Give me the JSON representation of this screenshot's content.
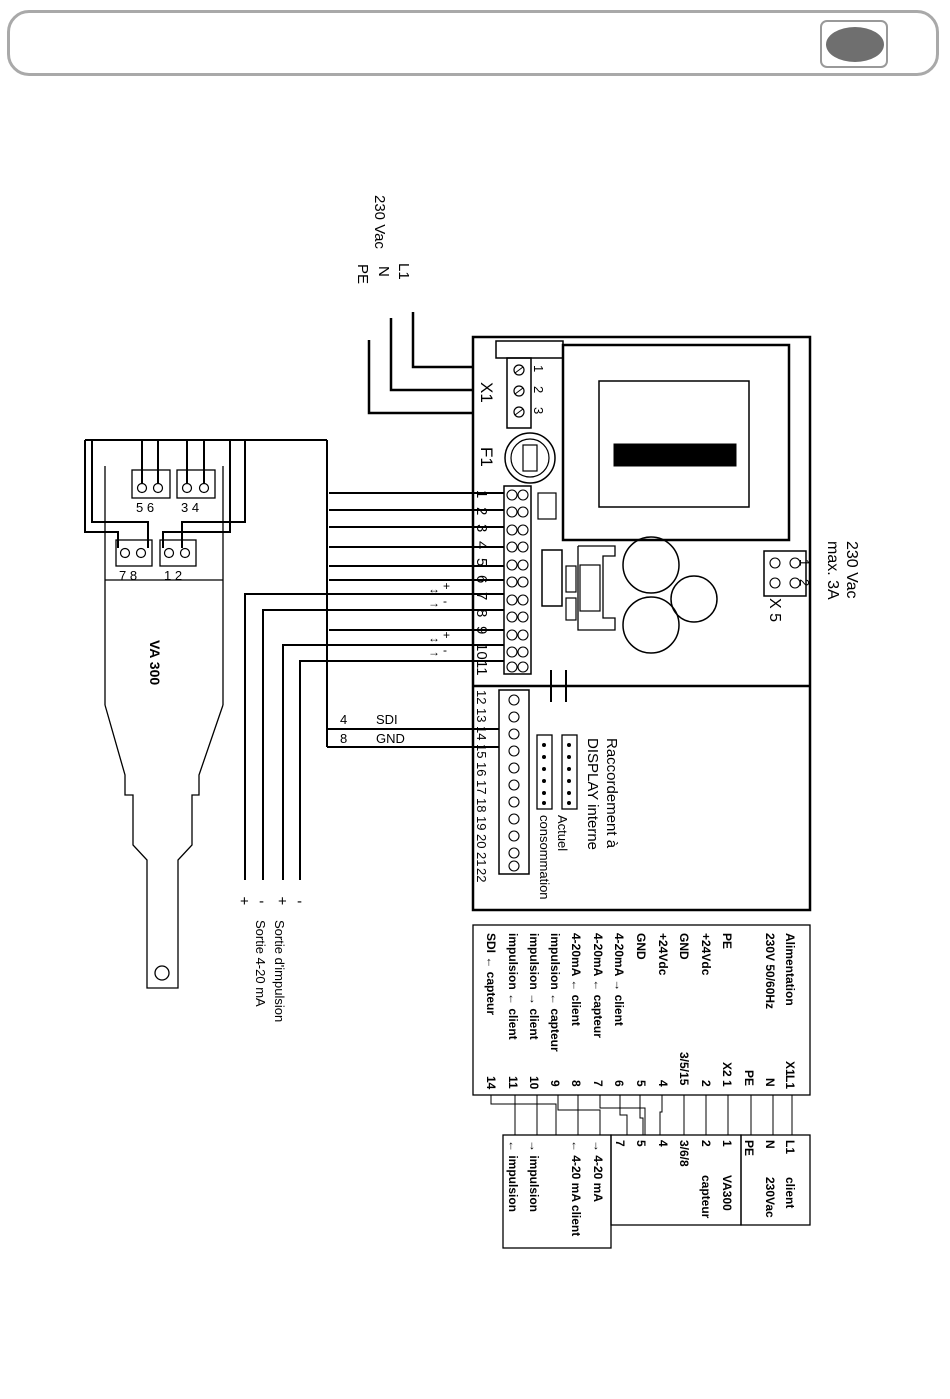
{
  "supply": {
    "voltage": "230 Vac",
    "l1": "L1",
    "n": "N",
    "pe": "PE"
  },
  "unit": {
    "x1": "X1",
    "x1_pins": [
      "1",
      "2",
      "3"
    ],
    "f1": "F1",
    "terminals_top": [
      "1",
      "2",
      "3",
      "4",
      "5",
      "6",
      "7",
      "8",
      "9",
      "10",
      "11"
    ],
    "terminals_bottom": [
      "12",
      "13",
      "14",
      "15",
      "16",
      "17",
      "18",
      "19",
      "20",
      "21",
      "22"
    ],
    "x5": "X 5",
    "x5_pins": [
      "1",
      "2"
    ],
    "x5_rating": [
      "230 Vac",
      "max. 3A"
    ],
    "display_conn": [
      "Raccordement à",
      "DISPLAY interne"
    ],
    "actuel": [
      "Actuel",
      "consommation"
    ],
    "signs": {
      "t7_arrow": "↔",
      "t7_sign": "+",
      "t8_arrow": "→",
      "t8_sign": "-",
      "t10_arrow": "↔",
      "t10_sign": "+",
      "t11_arrow": "→",
      "t11_sign": "-"
    }
  },
  "sensor": {
    "name": "VA 300",
    "pins_a": "5 6",
    "pins_b": "3 4",
    "pins_c": "7 8",
    "pins_d": "1 2"
  },
  "bus": {
    "sdi_num": "4",
    "sdi": "SDI",
    "gnd_num": "8",
    "gnd": "GND"
  },
  "outputs": {
    "signs": [
      "+",
      "-",
      "+",
      "-"
    ],
    "pulse": "Sortie d'impulsion",
    "analog": "Sortie 4-20 mA"
  },
  "table": {
    "functions": [
      "Alimentation",
      "230V 50/60Hz",
      "",
      "PE",
      "+24Vdc",
      "GND",
      "+24Vdc",
      "GND",
      "4-20mA → client",
      "4-20mA ← capteur",
      "4-20mA ← client",
      "impulsion ← capteur",
      "impulsion → client",
      "impulsion ← client",
      "SDI ← capteur"
    ],
    "x1_head": [
      "X1",
      "L1",
      "N",
      "PE"
    ],
    "x2_head": "X2",
    "x2_pins": [
      "1",
      "2",
      "3/5/15",
      "4",
      "5",
      "6",
      "7",
      "8",
      "9",
      "10",
      "11",
      "14"
    ],
    "client_box": [
      "L1",
      "N",
      "PE",
      "client",
      "230Vac"
    ],
    "va_box": [
      "1",
      "2",
      "3/6/8",
      "4",
      "5",
      "7",
      "VA300",
      "capteur"
    ],
    "client_io": [
      "→ 4-20 mA",
      "← 4-20 mA client",
      "→ impulsion",
      "← impulsion"
    ]
  }
}
